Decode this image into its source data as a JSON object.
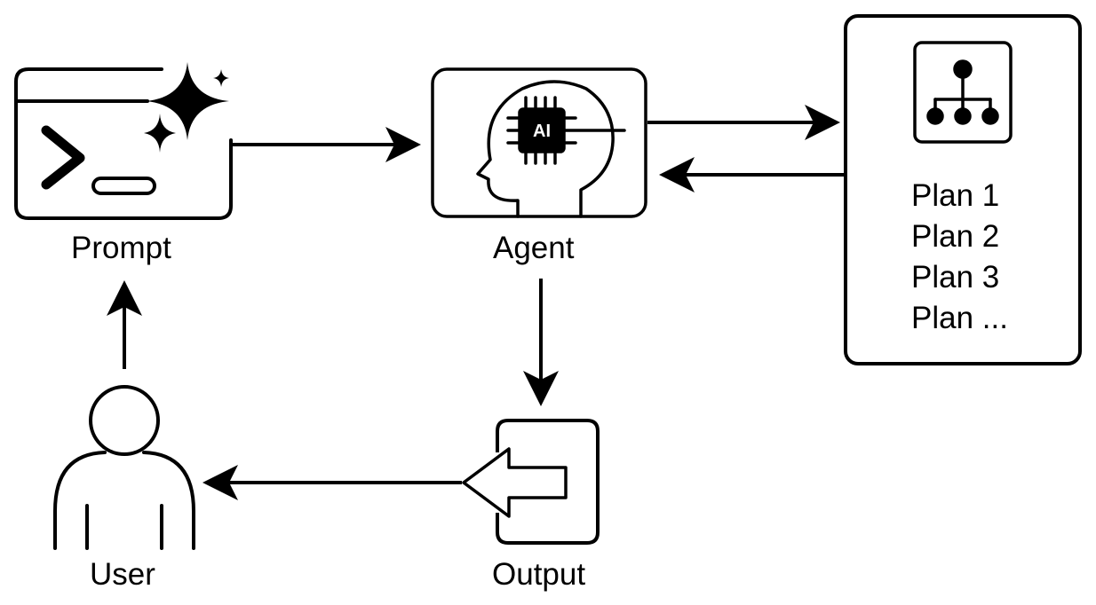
{
  "nodes": {
    "prompt": {
      "label": "Prompt",
      "icon": "terminal-sparkle-icon"
    },
    "agent": {
      "label": "Agent",
      "icon": "ai-head-icon",
      "chip_text": "AI"
    },
    "plans": {
      "icon": "hierarchy-icon",
      "items": [
        "Plan 1",
        "Plan 2",
        "Plan 3",
        "Plan ..."
      ]
    },
    "output": {
      "label": "Output",
      "icon": "arrow-left-box-icon"
    },
    "user": {
      "label": "User",
      "icon": "user-icon"
    }
  },
  "edges": [
    {
      "from": "prompt",
      "to": "agent"
    },
    {
      "from": "agent",
      "to": "plans"
    },
    {
      "from": "plans",
      "to": "agent"
    },
    {
      "from": "agent",
      "to": "output"
    },
    {
      "from": "output",
      "to": "user"
    },
    {
      "from": "user",
      "to": "prompt"
    }
  ],
  "colors": {
    "stroke": "#000000",
    "background": "#ffffff"
  }
}
